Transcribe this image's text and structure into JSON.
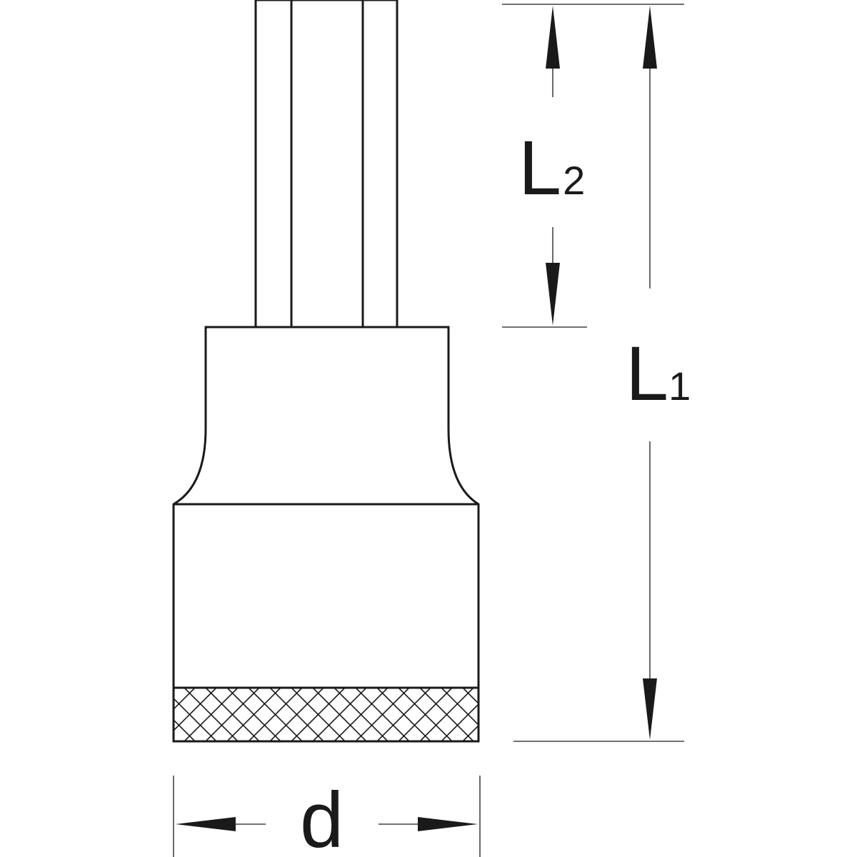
{
  "diagram": {
    "labels": {
      "overall_length": {
        "main": "L",
        "sub": "1"
      },
      "bit_length": {
        "main": "L",
        "sub": "2"
      },
      "diameter": {
        "main": "d"
      }
    },
    "colors": {
      "line": "#1a1a1a",
      "background": "#ffffff"
    }
  }
}
